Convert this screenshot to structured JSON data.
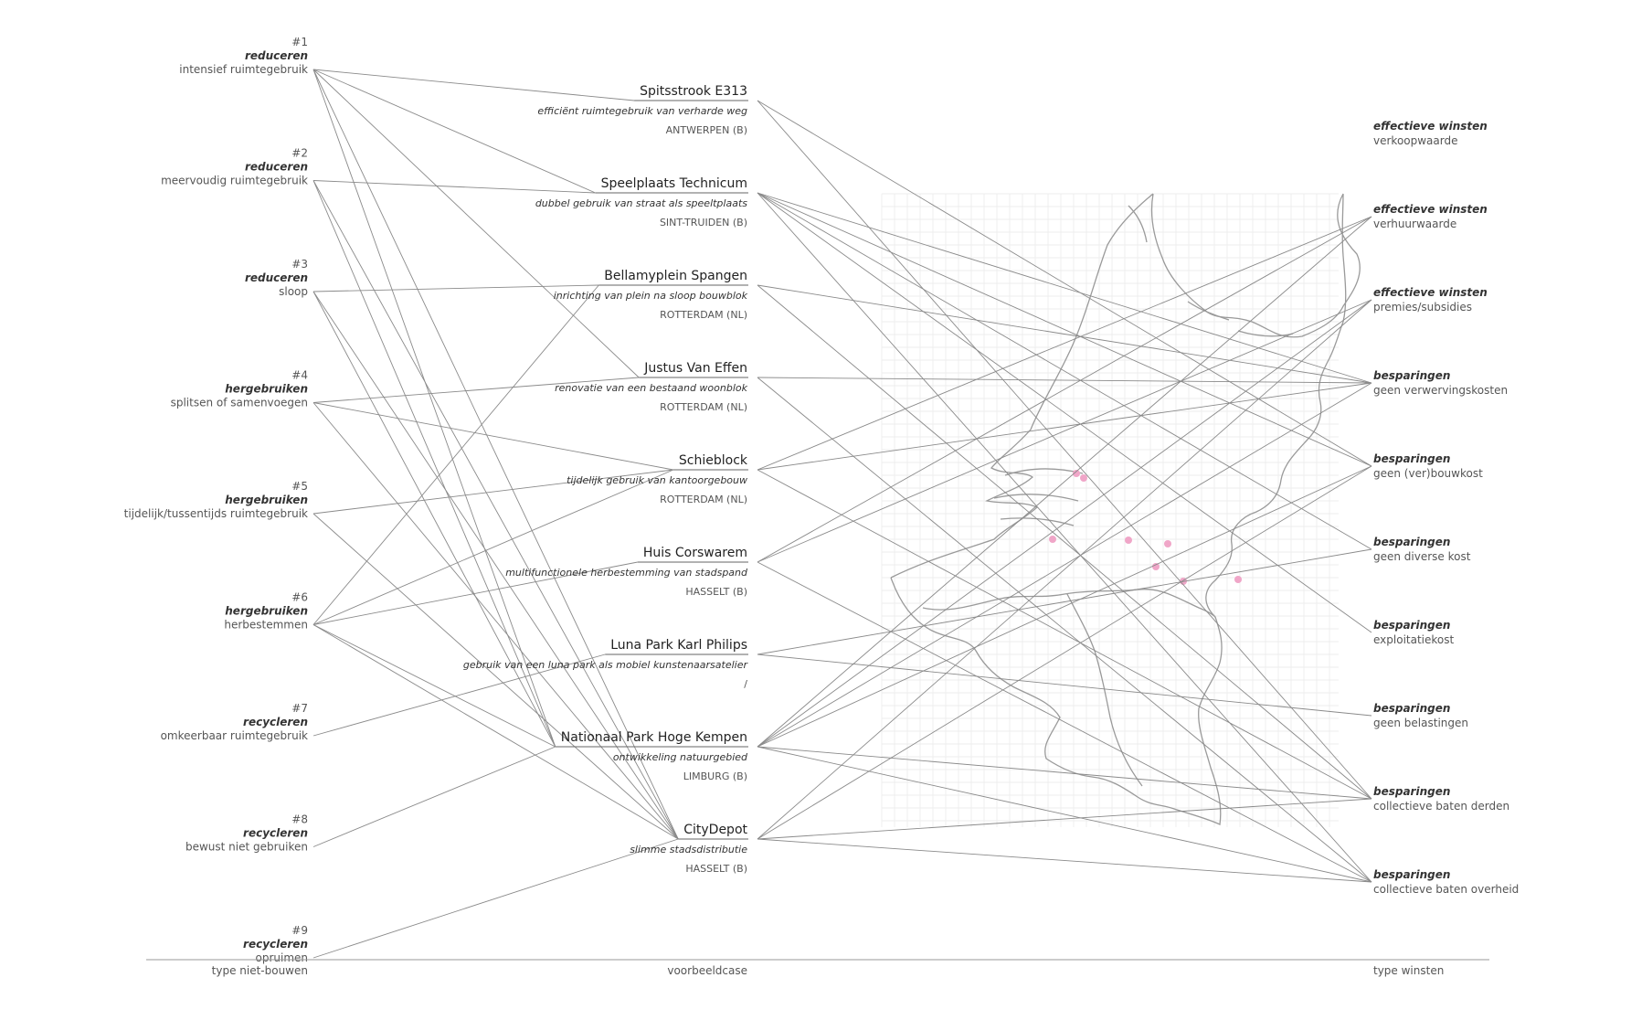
{
  "types_niet_bouwen": [
    {
      "num": "#1",
      "cat": "reduceren",
      "desc": "intensief ruimtegebruik"
    },
    {
      "num": "#2",
      "cat": "reduceren",
      "desc": "meervoudig ruimtegebruik"
    },
    {
      "num": "#3",
      "cat": "reduceren",
      "desc": "sloop"
    },
    {
      "num": "#4",
      "cat": "hergebruiken",
      "desc": "splitsen of samenvoegen"
    },
    {
      "num": "#5",
      "cat": "hergebruiken",
      "desc": "tijdelijk/tussentijds ruimtegebruik"
    },
    {
      "num": "#6",
      "cat": "hergebruiken",
      "desc": "herbestemmen"
    },
    {
      "num": "#7",
      "cat": "recycleren",
      "desc": "omkeerbaar ruimtegebruik"
    },
    {
      "num": "#8",
      "cat": "recycleren",
      "desc": "bewust niet gebruiken"
    },
    {
      "num": "#9",
      "cat": "recycleren",
      "desc": "opruimen"
    }
  ],
  "cases": [
    {
      "title": "Spitsstrook E313",
      "sub": "efficiënt ruimtegebruik van verharde weg",
      "loc": "ANTWERPEN (B)"
    },
    {
      "title": "Speelplaats Technicum",
      "sub": "dubbel gebruik van straat als speeltplaats",
      "loc": "SINT-TRUIDEN (B)"
    },
    {
      "title": "Bellamyplein Spangen",
      "sub": "inrichting van plein na sloop bouwblok",
      "loc": "ROTTERDAM (NL)"
    },
    {
      "title": "Justus Van Effen",
      "sub": "renovatie van een bestaand woonblok",
      "loc": "ROTTERDAM (NL)"
    },
    {
      "title": "Schieblock",
      "sub": "tijdelijk gebruik van kantoorgebouw",
      "loc": "ROTTERDAM (NL)"
    },
    {
      "title": "Huis Corswarem",
      "sub": "multifunctionele herbestemming van stadspand",
      "loc": "HASSELT (B)"
    },
    {
      "title": "Luna Park Karl Philips",
      "sub": "gebruik van een luna park als mobiel kunstenaarsatelier",
      "loc": "/"
    },
    {
      "title": "Nationaal Park Hoge Kempen",
      "sub": "ontwikkeling natuurgebied",
      "loc": "LIMBURG (B)"
    },
    {
      "title": "CityDepot",
      "sub": "slimme stadsdistributie",
      "loc": "HASSELT (B)"
    }
  ],
  "winsten": [
    {
      "cat": "effectieve winsten",
      "desc": "verkoopwaarde"
    },
    {
      "cat": "effectieve winsten",
      "desc": "verhuurwaarde"
    },
    {
      "cat": "effectieve winsten",
      "desc": "premies/subsidies"
    },
    {
      "cat": "besparingen",
      "desc": "geen verwervingskosten"
    },
    {
      "cat": "besparingen",
      "desc": "geen (ver)bouwkost"
    },
    {
      "cat": "besparingen",
      "desc": "geen diverse kost"
    },
    {
      "cat": "besparingen",
      "desc": "exploitatiekost"
    },
    {
      "cat": "besparingen",
      "desc": "geen belastingen"
    },
    {
      "cat": "besparingen",
      "desc": "collectieve baten derden"
    },
    {
      "cat": "besparingen",
      "desc": "collectieve baten overheid"
    }
  ],
  "links_type_case": [
    [
      0,
      0
    ],
    [
      0,
      1
    ],
    [
      0,
      3
    ],
    [
      0,
      7
    ],
    [
      0,
      8
    ],
    [
      1,
      1
    ],
    [
      1,
      7
    ],
    [
      1,
      8
    ],
    [
      2,
      2
    ],
    [
      2,
      7
    ],
    [
      2,
      8
    ],
    [
      3,
      3
    ],
    [
      3,
      4
    ],
    [
      3,
      8
    ],
    [
      4,
      4
    ],
    [
      4,
      8
    ],
    [
      5,
      2
    ],
    [
      5,
      4
    ],
    [
      5,
      5
    ],
    [
      5,
      7
    ],
    [
      5,
      8
    ],
    [
      6,
      6
    ],
    [
      7,
      7
    ],
    [
      8,
      8
    ]
  ],
  "links_case_winst": [
    [
      0,
      4
    ],
    [
      0,
      8
    ],
    [
      1,
      3
    ],
    [
      1,
      4
    ],
    [
      1,
      5
    ],
    [
      1,
      6
    ],
    [
      1,
      9
    ],
    [
      2,
      3
    ],
    [
      2,
      8
    ],
    [
      3,
      3
    ],
    [
      3,
      9
    ],
    [
      4,
      1
    ],
    [
      4,
      3
    ],
    [
      4,
      8
    ],
    [
      5,
      1
    ],
    [
      5,
      2
    ],
    [
      5,
      9
    ],
    [
      6,
      5
    ],
    [
      6,
      7
    ],
    [
      7,
      1
    ],
    [
      7,
      2
    ],
    [
      7,
      3
    ],
    [
      7,
      4
    ],
    [
      7,
      8
    ],
    [
      7,
      9
    ],
    [
      8,
      2
    ],
    [
      8,
      4
    ],
    [
      8,
      8
    ],
    [
      8,
      9
    ]
  ],
  "axis": {
    "left": "type niet-bouwen",
    "middle": "voorbeeldcase",
    "right": "type winsten"
  }
}
